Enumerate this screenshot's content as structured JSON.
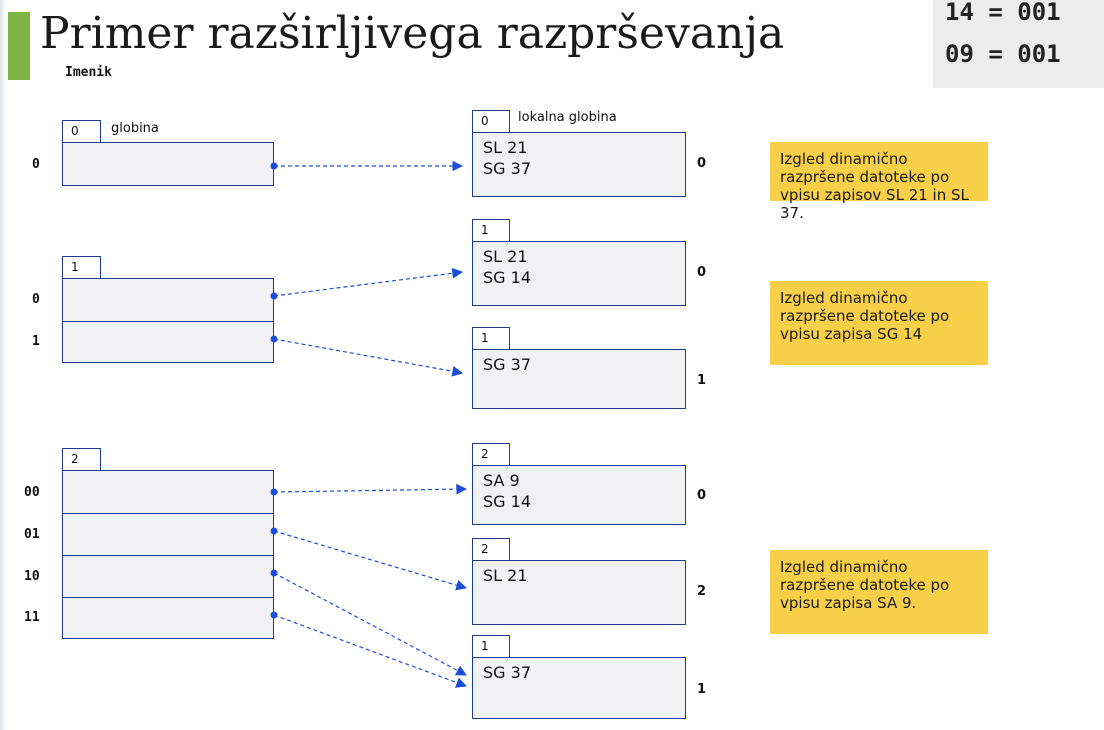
{
  "title": "Primer razširljivega razprševanja",
  "subtitle": "Imenik",
  "code_lines": [
    "14 = 001",
    "09 = 001"
  ],
  "diagram1": {
    "dir_depth": "0",
    "dir_label": "globina",
    "rows": [
      "0"
    ],
    "bucket": {
      "depth": "0",
      "depth_label": "lokalna globina",
      "lines": [
        "SL 21",
        "SG 37"
      ],
      "number": "0"
    }
  },
  "diagram2": {
    "dir_depth": "1",
    "rows": [
      "0",
      "1"
    ],
    "buckets": [
      {
        "depth": "1",
        "lines": [
          "SL 21",
          "SG 14"
        ],
        "number": "0"
      },
      {
        "depth": "1",
        "lines": [
          "SG 37"
        ],
        "number": "1"
      }
    ]
  },
  "diagram3": {
    "dir_depth": "2",
    "rows": [
      "00",
      "01",
      "10",
      "11"
    ],
    "buckets": [
      {
        "depth": "2",
        "lines": [
          "SA 9",
          "SG 14"
        ],
        "number": "0"
      },
      {
        "depth": "2",
        "lines": [
          "SL 21"
        ],
        "number": "2"
      },
      {
        "depth": "1",
        "lines": [
          "SG 37"
        ],
        "number": "1"
      }
    ]
  },
  "notes": [
    "Izgled dinamično razpršene datoteke po vpisu zapisov SL 21 in SL 37.",
    "Izgled dinamično razpršene datoteke po vpisu zapisa SG 14",
    "Izgled dinamično razpršene datoteke po vpisu zapisa SA 9."
  ],
  "colors": {
    "accent": "#7cb342",
    "note_bg": "#f8cf49",
    "arrow": "#1d4ed8",
    "border": "#1e3a8a",
    "cell_bg": "#f1f1f3"
  }
}
